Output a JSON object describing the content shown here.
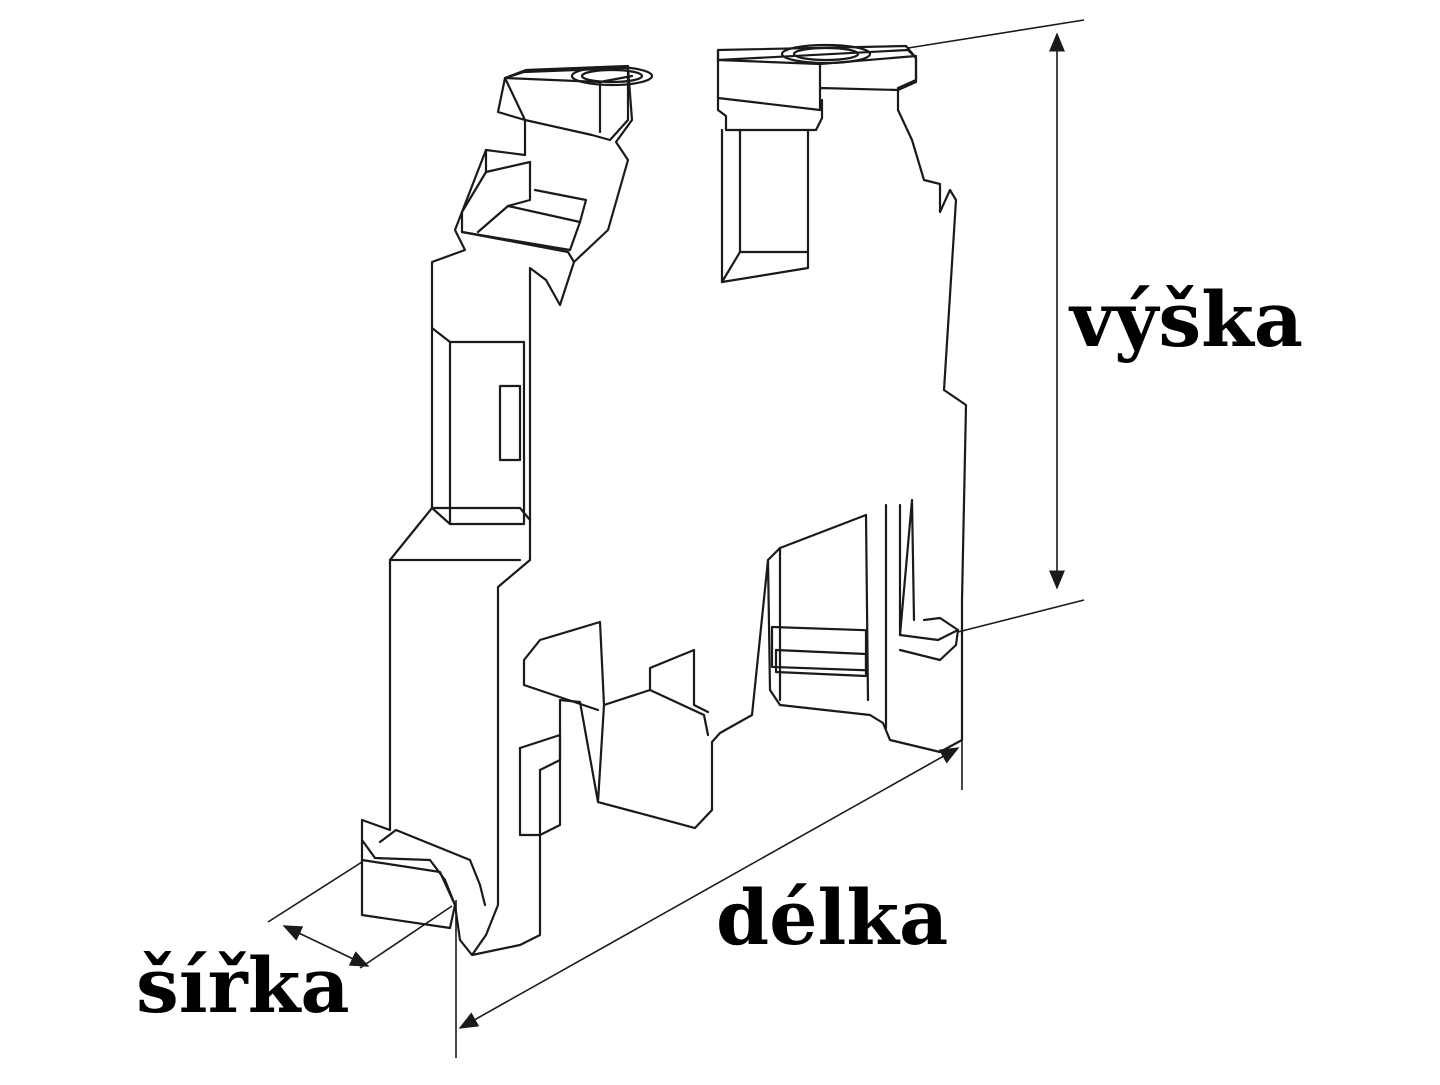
{
  "labels": {
    "height": "výška",
    "length": "délka",
    "width": "šířka"
  },
  "colors": {
    "line": "#1a1a1a",
    "background": "#ffffff",
    "text": "#000000"
  }
}
